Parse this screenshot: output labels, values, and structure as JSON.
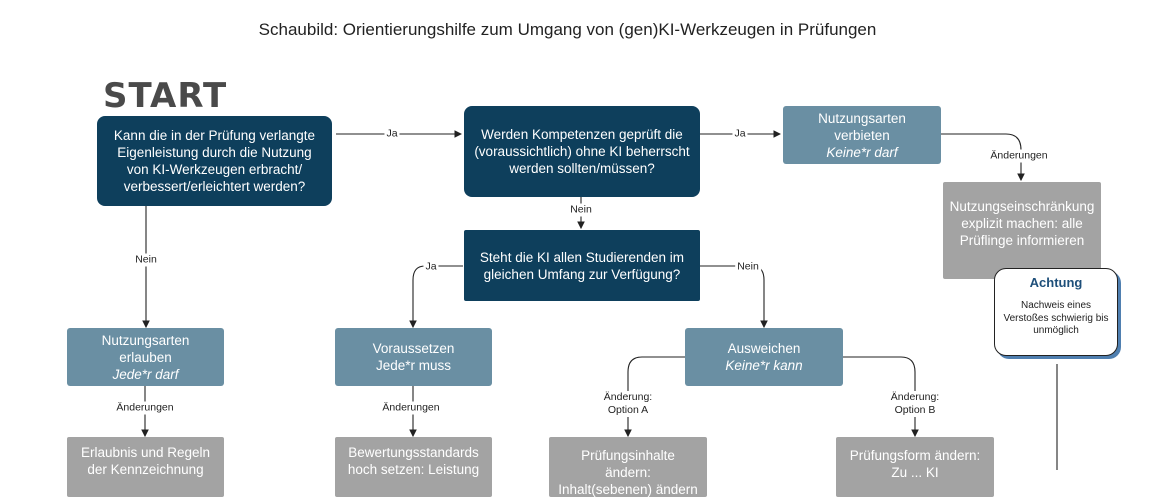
{
  "title": "Schaubild: Orientierungshilfe zum Umgang von (gen)KI-Werkzeugen in Prüfungen",
  "start_label": "START",
  "nodes": {
    "q1": "Kann die in der Prüfung verlangte Eigenleistung durch die Nutzung von KI-Werkzeugen erbracht/ verbessert/erleichtert werden?",
    "q2": "Werden Kompetenzen geprüft die (voraussichtlich) ohne KI beherrscht werden sollten/müssen?",
    "q3": "Steht die KI allen Studierenden im gleichen Umfang zur Verfügung?",
    "verbieten": {
      "title": "Nutzungsarten verbieten",
      "sub": "Keine*r darf"
    },
    "einschraenkung": "Nutzungseinschränkung explizit machen: alle Prüflinge informieren",
    "erlauben": {
      "title": "Nutzungsarten erlauben",
      "sub": "Jede*r darf"
    },
    "voraussetzen": {
      "title": "Voraussetzen",
      "sub": "Jede*r muss"
    },
    "ausweichen": {
      "title": "Ausweichen",
      "sub": "Keine*r kann"
    },
    "erlaubnis": "Erlaubnis und Regeln der Kennzeichnung",
    "bewertung": "Bewertungsstandards hoch setzen: Leistung",
    "inhalte": "Prüfungsinhalte ändern: Inhalt(sebenen) ändern",
    "form": "Prüfungsform ändern: Zu ... KI"
  },
  "edge_labels": {
    "ja1": "Ja",
    "ja2": "Ja",
    "nein1": "Nein",
    "nein2": "Nein",
    "ja3": "Ja",
    "nein3": "Nein",
    "aend1": "Änderungen",
    "aend2": "Änderungen",
    "aend3": "Änderungen",
    "optA": "Änderung:\nOption A",
    "optB": "Änderung:\nOption B"
  },
  "achtung": {
    "heading": "Achtung",
    "text": "Nachweis eines Verstoßes schwierig bis unmöglich"
  },
  "colors": {
    "decision": "#0e3f5c",
    "action": "#6a8fa3",
    "result": "#a3a3a3",
    "achtung_heading": "#1e4f7a",
    "achtung_shadow": "#4f7fb0"
  }
}
